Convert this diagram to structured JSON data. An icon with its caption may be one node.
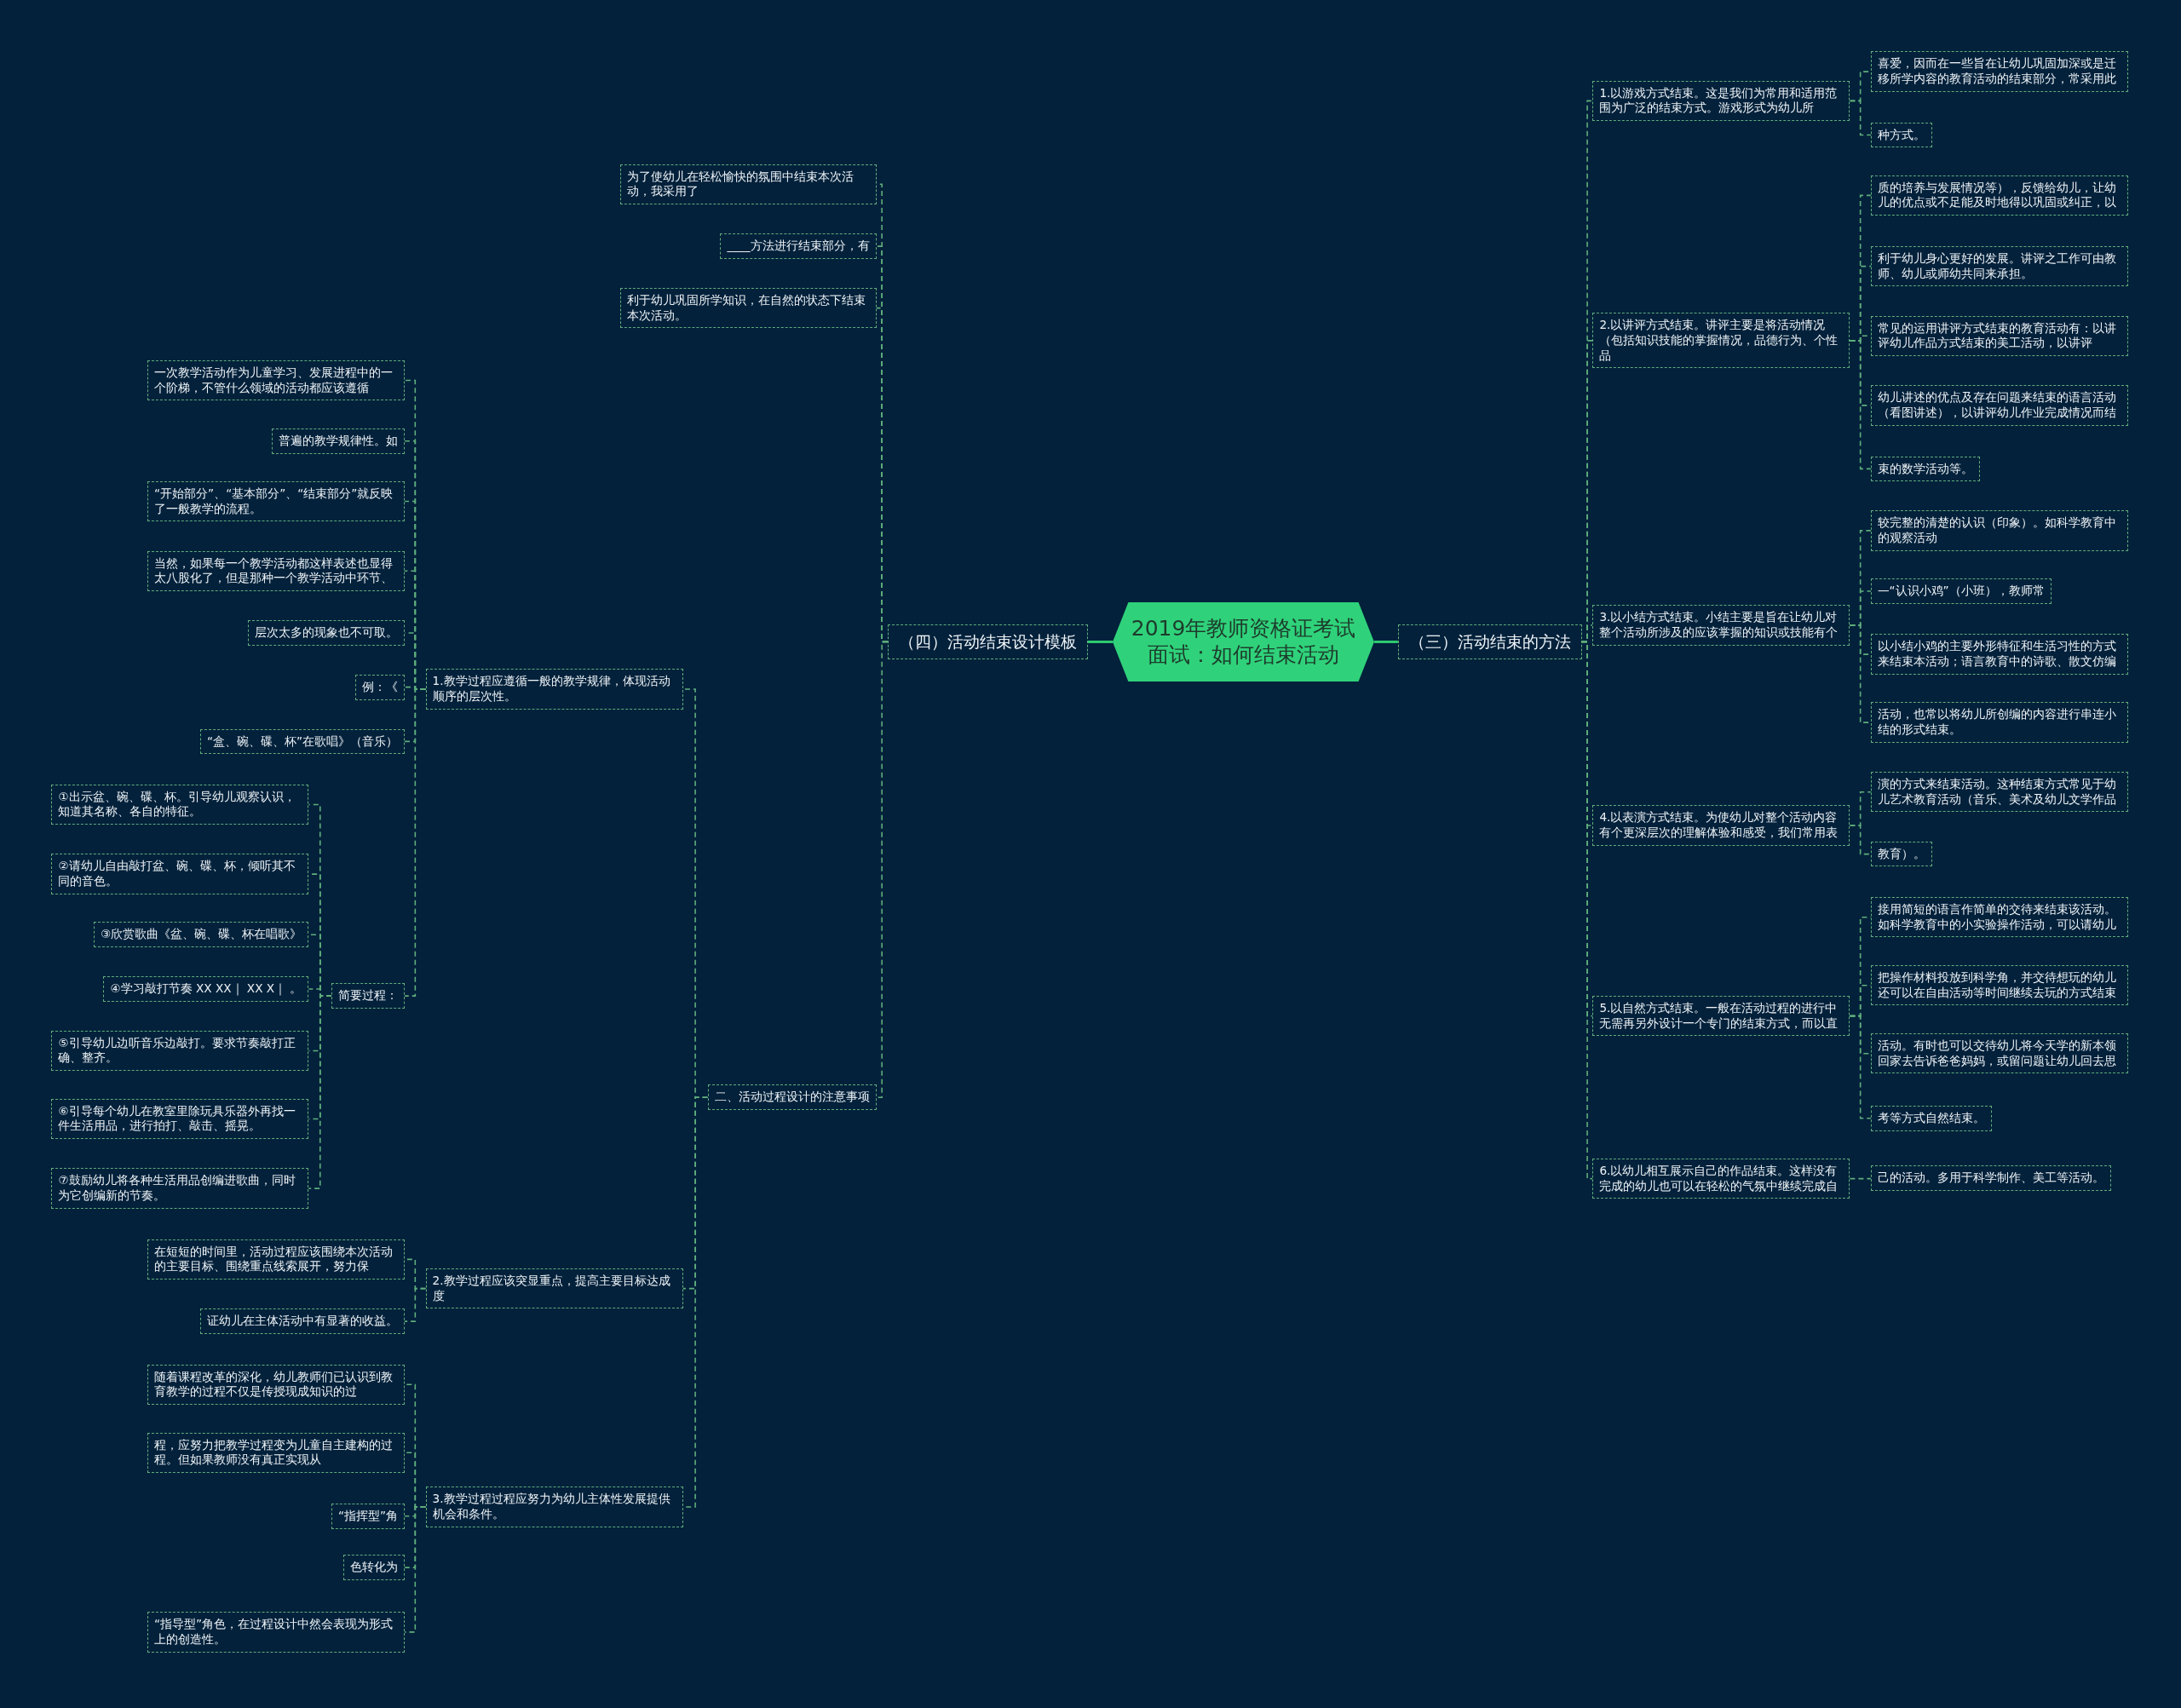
{
  "diagram": {
    "nodes": [
      {
        "text": [
          "2019年教师资格证考试面试：如何结束活动"
        ]
      },
      {
        "text": [
          "（四）活动结束设计模板"
        ]
      },
      {
        "text": [
          "（三）活动结束的方法"
        ]
      },
      {
        "text": [
          "为了使幼儿在轻松愉快的氛围中结束本次活动，我采用了"
        ]
      },
      {
        "text": [
          "____方法进行结束部分，有"
        ]
      },
      {
        "text": [
          "利于幼儿巩固所学知识，在自然的状态下结束本次活动。"
        ]
      },
      {
        "text": [
          "二、活动过程设计的注意事项"
        ]
      },
      {
        "text": [
          "1.教学过程应遵循一般的教学规律，体现活动顺序的层次性。"
        ]
      },
      {
        "text": [
          "2.教学过程应该突显重点，提高主要目标达成度"
        ]
      },
      {
        "text": [
          "3.教学过程过程应努力为幼儿主体性发展提供机会和条件。"
        ]
      },
      {
        "text": [
          "一次教学活动作为儿童学习、发展进程中的一个阶梯，不管什么领域的活动都应该遵循"
        ]
      },
      {
        "text": [
          "普遍的教学规律性。如"
        ]
      },
      {
        "text": [
          "“开始部分”、“基本部分”、“结束部分”就反映了一般教学的流程。"
        ]
      },
      {
        "text": [
          "当然，如果每一个教学活动都这样表述也显得太八股化了，但是那种一个教学活动中环节、"
        ]
      },
      {
        "text": [
          "层次太多的现象也不可取。"
        ]
      },
      {
        "text": [
          "例：《"
        ]
      },
      {
        "text": [
          "“盒、碗、碟、杯”在歌唱》（音乐）"
        ]
      },
      {
        "text": [
          "简要过程："
        ]
      },
      {
        "text": [
          "①出示盆、碗、碟、杯。引导幼儿观察认识，知道其名称、各自的特征。"
        ]
      },
      {
        "text": [
          "②请幼儿自由敲打盆、碗、碟、杯，倾听其不同的音色。"
        ]
      },
      {
        "text": [
          "③欣赏歌曲《盆、碗、碟、杯在唱歌》"
        ]
      },
      {
        "text": [
          "④学习敲打节奏 XX XX｜ XX X｜ 。"
        ]
      },
      {
        "text": [
          "⑤引导幼儿边听音乐边敲打。要求节奏敲打正确、整齐。"
        ]
      },
      {
        "text": [
          "⑥引导每个幼儿在教室里除玩具乐器外再找一件生活用品，进行拍打、敲击、摇晃。"
        ]
      },
      {
        "text": [
          "⑦鼓励幼儿将各种生活用品创编进歌曲，同时为它创编新的节奏。"
        ]
      },
      {
        "text": [
          "在短短的时间里，活动过程应该围绕本次活动的主要目标、围绕重点线索展开，努力保"
        ]
      },
      {
        "text": [
          "证幼儿在主体活动中有显著的收益。"
        ]
      },
      {
        "text": [
          "随着课程改革的深化，幼儿教师们已认识到教育教学的过程不仅是传授现成知识的过"
        ]
      },
      {
        "text": [
          "程，应努力把教学过程变为儿童自主建构的过程。但如果教师没有真正实现从"
        ]
      },
      {
        "text": [
          "“指挥型”角"
        ]
      },
      {
        "text": [
          "色转化为"
        ]
      },
      {
        "text": [
          "“指导型”角色，在过程设计中然会表现为形式上的创造性。"
        ]
      },
      {
        "text": [
          "1.以游戏方式结束。这是我们为常用和适用范围为广泛的结束方式。游戏形式为幼儿所"
        ]
      },
      {
        "text": [
          "2.以讲评方式结束。讲评主要是将活动情况（包括知识技能的掌握情况，品德行为、个性品"
        ]
      },
      {
        "text": [
          "3.以小结方式结束。小结主要是旨在让幼儿对整个活动所涉及的应该掌握的知识或技能有个"
        ]
      },
      {
        "text": [
          "4.以表演方式结束。为使幼儿对整个活动内容有个更深层次的理解体验和感受，我们常用表"
        ]
      },
      {
        "text": [
          "5.以自然方式结束。一般在活动过程的进行中无需再另外设计一个专门的结束方式，而以直"
        ]
      },
      {
        "text": [
          "6.以幼儿相互展示自己的作品结束。这样没有完成的幼儿也可以在轻松的气氛中继续完成自"
        ]
      },
      {
        "text": [
          "喜爱，因而在一些旨在让幼儿巩固加深或是迁移所学内容的教育活动的结束部分，常采用此"
        ]
      },
      {
        "text": [
          "种方式。"
        ]
      },
      {
        "text": [
          "质的培养与发展情况等），反馈给幼儿，让幼儿的优点或不足能及时地得以巩固或纠正，以"
        ]
      },
      {
        "text": [
          "利于幼儿身心更好的发展。讲评之工作可由教师、幼儿或师幼共同来承担。"
        ]
      },
      {
        "text": [
          "常见的运用讲评方式结束的教育活动有：以讲评幼儿作品方式结束的美工活动，以讲评"
        ]
      },
      {
        "text": [
          "幼儿讲述的优点及存在问题来结束的语言活动（看图讲述），以讲评幼儿作业完成情况而结"
        ]
      },
      {
        "text": [
          "束的数学活动等。"
        ]
      },
      {
        "text": [
          "较完整的清楚的认识（印象）。如科学教育中的观察活动"
        ]
      },
      {
        "text": [
          "—“认识小鸡”（小班），教师常"
        ]
      },
      {
        "text": [
          "以小结小鸡的主要外形特征和生活习性的方式来结束本活动；语言教育中的诗歌、散文仿编"
        ]
      },
      {
        "text": [
          "活动，也常以将幼儿所创编的内容进行串连小结的形式结束。"
        ]
      },
      {
        "text": [
          "演的方式来结束活动。这种结束方式常见于幼儿艺术教育活动（音乐、美术及幼儿文学作品"
        ]
      },
      {
        "text": [
          "教育）。"
        ]
      },
      {
        "text": [
          "接用简短的语言作简单的交待来结束该活动。如科学教育中的小实验操作活动，可以请幼儿"
        ]
      },
      {
        "text": [
          "把操作材料投放到科学角，并交待想玩的幼儿还可以在自由活动等时间继续去玩的方式结束"
        ]
      },
      {
        "text": [
          "活动。有时也可以交待幼儿将今天学的新本领回家去告诉爸爸妈妈，或留问题让幼儿回去思"
        ]
      },
      {
        "text": [
          "考等方式自然结束。"
        ]
      },
      {
        "text": [
          "己的活动。多用于科学制作、美工等活动。"
        ]
      }
    ],
    "edges": [
      {
        "from": 0,
        "to": 1,
        "arrow": "none",
        "color": "#2ecc71"
      },
      {
        "from": 0,
        "to": 2,
        "arrow": "none",
        "color": "#2ecc71"
      },
      {
        "from": 1,
        "to": 3,
        "arrow": "none",
        "style": "dashed"
      },
      {
        "from": 1,
        "to": 4,
        "arrow": "none",
        "style": "dashed"
      },
      {
        "from": 1,
        "to": 5,
        "arrow": "none",
        "style": "dashed"
      },
      {
        "from": 1,
        "to": 6,
        "arrow": "none",
        "style": "dashed"
      },
      {
        "from": 6,
        "to": 7,
        "arrow": "none",
        "style": "dashed"
      },
      {
        "from": 6,
        "to": 8,
        "arrow": "none",
        "style": "dashed"
      },
      {
        "from": 6,
        "to": 9,
        "arrow": "none",
        "style": "dashed"
      },
      {
        "from": 7,
        "to": 10,
        "arrow": "none",
        "style": "dashed"
      },
      {
        "from": 7,
        "to": 11,
        "arrow": "none",
        "style": "dashed"
      },
      {
        "from": 7,
        "to": 12,
        "arrow": "none",
        "style": "dashed"
      },
      {
        "from": 7,
        "to": 13,
        "arrow": "none",
        "style": "dashed"
      },
      {
        "from": 7,
        "to": 14,
        "arrow": "none",
        "style": "dashed"
      },
      {
        "from": 7,
        "to": 15,
        "arrow": "none",
        "style": "dashed"
      },
      {
        "from": 7,
        "to": 16,
        "arrow": "none",
        "style": "dashed"
      },
      {
        "from": 7,
        "to": 17,
        "arrow": "none",
        "style": "dashed"
      },
      {
        "from": 17,
        "to": 18,
        "arrow": "none",
        "style": "dashed"
      },
      {
        "from": 17,
        "to": 19,
        "arrow": "none",
        "style": "dashed"
      },
      {
        "from": 17,
        "to": 20,
        "arrow": "none",
        "style": "dashed"
      },
      {
        "from": 17,
        "to": 21,
        "arrow": "none",
        "style": "dashed"
      },
      {
        "from": 17,
        "to": 22,
        "arrow": "none",
        "style": "dashed"
      },
      {
        "from": 17,
        "to": 23,
        "arrow": "none",
        "style": "dashed"
      },
      {
        "from": 17,
        "to": 24,
        "arrow": "none",
        "style": "dashed"
      },
      {
        "from": 8,
        "to": 25,
        "arrow": "none",
        "style": "dashed"
      },
      {
        "from": 8,
        "to": 26,
        "arrow": "none",
        "style": "dashed"
      },
      {
        "from": 9,
        "to": 27,
        "arrow": "none",
        "style": "dashed"
      },
      {
        "from": 9,
        "to": 28,
        "arrow": "none",
        "style": "dashed"
      },
      {
        "from": 9,
        "to": 29,
        "arrow": "none",
        "style": "dashed"
      },
      {
        "from": 9,
        "to": 30,
        "arrow": "none",
        "style": "dashed"
      },
      {
        "from": 9,
        "to": 31,
        "arrow": "none",
        "style": "dashed"
      },
      {
        "from": 2,
        "to": 32,
        "arrow": "none",
        "style": "dashed"
      },
      {
        "from": 2,
        "to": 33,
        "arrow": "none",
        "style": "dashed"
      },
      {
        "from": 2,
        "to": 34,
        "arrow": "none",
        "style": "dashed"
      },
      {
        "from": 2,
        "to": 35,
        "arrow": "none",
        "style": "dashed"
      },
      {
        "from": 2,
        "to": 36,
        "arrow": "none",
        "style": "dashed"
      },
      {
        "from": 2,
        "to": 37,
        "arrow": "none",
        "style": "dashed"
      },
      {
        "from": 32,
        "to": 38,
        "arrow": "none",
        "style": "dashed"
      },
      {
        "from": 32,
        "to": 39,
        "arrow": "none",
        "style": "dashed"
      },
      {
        "from": 33,
        "to": 40,
        "arrow": "none",
        "style": "dashed"
      },
      {
        "from": 33,
        "to": 41,
        "arrow": "none",
        "style": "dashed"
      },
      {
        "from": 33,
        "to": 42,
        "arrow": "none",
        "style": "dashed"
      },
      {
        "from": 33,
        "to": 43,
        "arrow": "none",
        "style": "dashed"
      },
      {
        "from": 33,
        "to": 44,
        "arrow": "none",
        "style": "dashed"
      },
      {
        "from": 34,
        "to": 45,
        "arrow": "none",
        "style": "dashed"
      },
      {
        "from": 34,
        "to": 46,
        "arrow": "none",
        "style": "dashed"
      },
      {
        "from": 34,
        "to": 47,
        "arrow": "none",
        "style": "dashed"
      },
      {
        "from": 34,
        "to": 48,
        "arrow": "none",
        "style": "dashed"
      },
      {
        "from": 35,
        "to": 49,
        "arrow": "none",
        "style": "dashed"
      },
      {
        "from": 35,
        "to": 50,
        "arrow": "none",
        "style": "dashed"
      },
      {
        "from": 36,
        "to": 51,
        "arrow": "none",
        "style": "dashed"
      },
      {
        "from": 36,
        "to": 52,
        "arrow": "none",
        "style": "dashed"
      },
      {
        "from": 36,
        "to": 53,
        "arrow": "none",
        "style": "dashed"
      },
      {
        "from": 36,
        "to": 54,
        "arrow": "none",
        "style": "dashed"
      },
      {
        "from": 37,
        "to": 55,
        "arrow": "none",
        "style": "dashed"
      }
    ]
  }
}
